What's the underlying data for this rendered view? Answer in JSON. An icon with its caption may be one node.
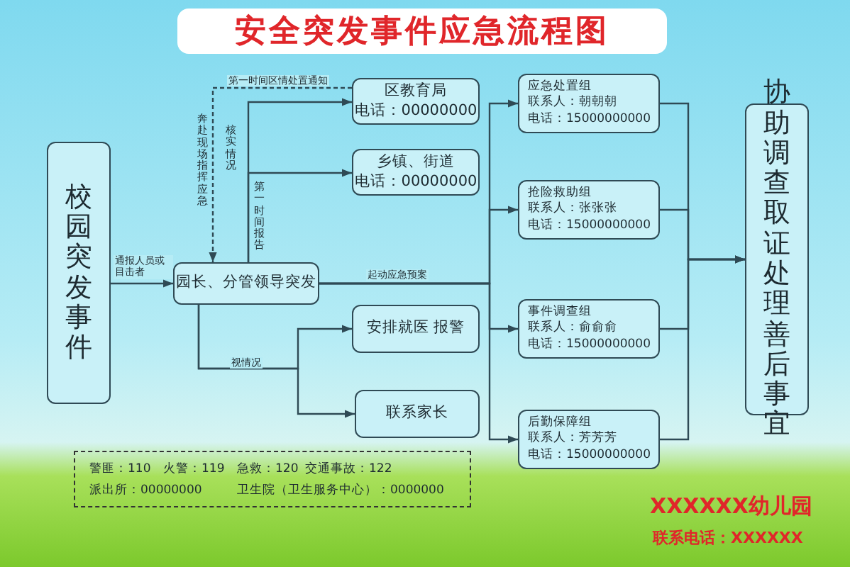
{
  "diagram": {
    "title": "安全突发事件应急流程图",
    "nodes": [
      {
        "text": [
          "校园突发事件"
        ]
      },
      {
        "text": [
          "园长、分管领导突发"
        ]
      },
      {
        "text": [
          "区教育局",
          "电话：00000000"
        ]
      },
      {
        "text": [
          "乡镇、街道",
          "电话：00000000"
        ]
      },
      {
        "text": [
          "安排就医 报警"
        ]
      },
      {
        "text": [
          "联系家长"
        ]
      },
      {
        "text": [
          "应急处置组",
          "联系人：朝朝朝",
          "电话：15000000000"
        ]
      },
      {
        "text": [
          "抢险救助组",
          "联系人：张张张",
          "电话：15000000000"
        ]
      },
      {
        "text": [
          "事件调查组",
          "联系人：俞俞俞",
          "电话：15000000000"
        ]
      },
      {
        "text": [
          "后勤保障组",
          "联系人：芳芳芳",
          "电话：15000000000"
        ]
      },
      {
        "text": [
          "协助调查取证处理善后事宜"
        ]
      }
    ],
    "edges": [
      {
        "from": 0,
        "to": 1,
        "arrow": "to",
        "label": "通报人员或目击者"
      },
      {
        "from": 1,
        "to": 2,
        "arrow": "to"
      },
      {
        "from": 1,
        "to": 3,
        "arrow": "to"
      },
      {
        "from": 2,
        "to": 1,
        "arrow": "to",
        "style": "dashed",
        "label": "第一时间区情处置通知"
      },
      {
        "from": 1,
        "to": 4,
        "arrow": "to",
        "label": "视情况"
      },
      {
        "from": 1,
        "to": 5,
        "arrow": "to"
      },
      {
        "from": 1,
        "to": 6,
        "arrow": "to",
        "label": "起动应急预案"
      },
      {
        "from": 1,
        "to": 7,
        "arrow": "to"
      },
      {
        "from": 1,
        "to": 8,
        "arrow": "to"
      },
      {
        "from": 1,
        "to": 9,
        "arrow": "to"
      },
      {
        "from": 6,
        "to": 10,
        "arrow": "to"
      },
      {
        "from": 7,
        "to": 10,
        "arrow": "to"
      },
      {
        "from": 8,
        "to": 10,
        "arrow": "to"
      },
      {
        "from": 9,
        "to": 10,
        "arrow": "to"
      }
    ],
    "labels": [
      "奔赴现场指挥应急",
      "核实情况",
      "第一时间报告",
      "警匪：110",
      "火警：119",
      "急救：120",
      "交通事故：122",
      "派出所：00000000",
      "卫生院（卫生服务中心）：0000000",
      "XXXXXX幼儿园",
      "联系电话：XXXXXX"
    ]
  }
}
